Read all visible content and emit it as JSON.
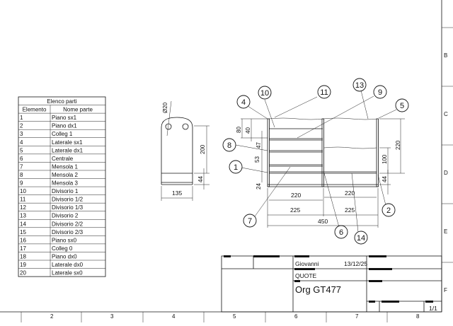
{
  "frame": {
    "row_labels": [
      "B",
      "C",
      "D",
      "E",
      "F"
    ],
    "col_labels": [
      "2",
      "3",
      "4",
      "5",
      "6",
      "7",
      "8"
    ]
  },
  "parts_table": {
    "title": "Elenco parti",
    "headers": [
      "Elemento",
      "Nome parte"
    ],
    "rows": [
      [
        "1",
        "Piano sx1"
      ],
      [
        "2",
        "Piano dx1"
      ],
      [
        "3",
        "Colleg 1"
      ],
      [
        "4",
        "Laterale sx1"
      ],
      [
        "5",
        "Laterale dx1"
      ],
      [
        "6",
        "Centrale"
      ],
      [
        "7",
        "Mensola 1"
      ],
      [
        "8",
        "Mensola 2"
      ],
      [
        "9",
        "Mensola 3"
      ],
      [
        "10",
        "Divisorio 1"
      ],
      [
        "11",
        "Divisorio 1/2"
      ],
      [
        "12",
        "Divisorio 1/3"
      ],
      [
        "13",
        "Divisorio 2"
      ],
      [
        "14",
        "Divisorio 2/2"
      ],
      [
        "15",
        "Divisorio 2/3"
      ],
      [
        "16",
        "Piano sx0"
      ],
      [
        "17",
        "Colleg 0"
      ],
      [
        "18",
        "Piano dx0"
      ],
      [
        "19",
        "Laterale dx0"
      ],
      [
        "20",
        "Laterale sx0"
      ]
    ]
  },
  "side_view": {
    "hole_dim": "Ø20",
    "height_dim": "200",
    "base_dim": "44",
    "width_dim": "135"
  },
  "front_view": {
    "balloons": [
      "1",
      "2",
      "4",
      "5",
      "6",
      "7",
      "8",
      "9",
      "10",
      "11",
      "13",
      "14"
    ],
    "dims": {
      "d80": "80",
      "d40": "40",
      "d47": "47",
      "d53": "53",
      "d24": "24",
      "d220v": "220",
      "d100": "100",
      "d44": "44",
      "w220a": "220",
      "w220b": "220",
      "w225a": "225",
      "w225b": "225",
      "w450": "450"
    }
  },
  "title_block": {
    "author": "Giovanni",
    "date": "13/12/25",
    "subtitle": "QUOTE",
    "drawing_title": "Org GT477",
    "sheet": "1/1"
  }
}
